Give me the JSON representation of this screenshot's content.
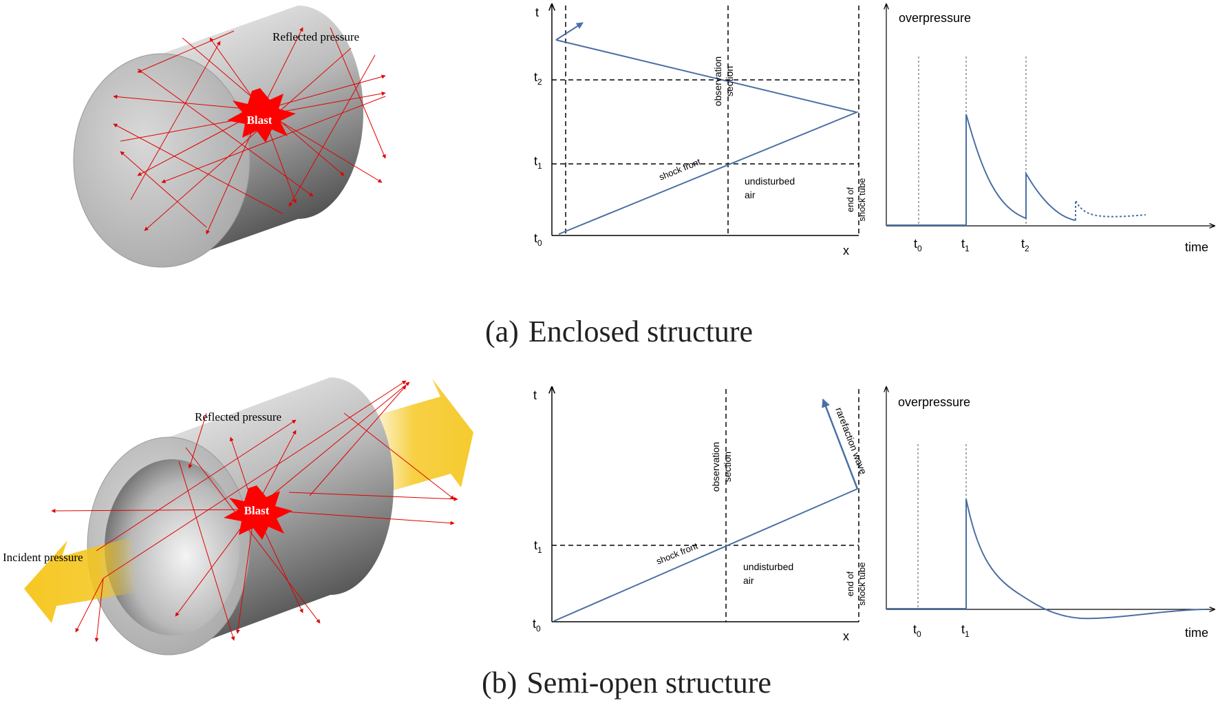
{
  "panel_a": {
    "caption_letter": "(a)",
    "caption_text": "Enclosed structure",
    "tube": {
      "blast_label": "Blast",
      "reflected_label": "Reflected pressure"
    },
    "xt": {
      "axis_t": "t",
      "axis_x": "x",
      "t0": "t",
      "t0_sub": "0",
      "t1": "t",
      "t1_sub": "1",
      "t2": "t",
      "t2_sub": "2",
      "obs_line1": "observation",
      "obs_line2": "section",
      "shock_front": "shock front",
      "undisturbed_line1": "undisturbed",
      "undisturbed_line2": "air",
      "end_line1": "end of",
      "end_line2": "shock tube"
    },
    "pressure": {
      "ylabel": "overpressure",
      "xlabel": "time",
      "t0": "t",
      "t0_sub": "0",
      "t1": "t",
      "t1_sub": "1",
      "t2": "t",
      "t2_sub": "2"
    }
  },
  "panel_b": {
    "caption_letter": "(b)",
    "caption_text": "Semi-open structure",
    "tube": {
      "blast_label": "Blast",
      "reflected_label": "Reflected  pressure",
      "incident_label": "Incident pressure"
    },
    "xt": {
      "axis_t": "t",
      "axis_x": "x",
      "t0": "t",
      "t0_sub": "0",
      "t1": "t",
      "t1_sub": "1",
      "obs_line1": "observation",
      "obs_line2": "section",
      "shock_front": "shock front",
      "rarefaction": "rarefaction wave",
      "undisturbed_line1": "undisturbed",
      "undisturbed_line2": "air",
      "end_line1": "end of",
      "end_line2": "shock tube"
    },
    "pressure": {
      "ylabel": "overpressure",
      "xlabel": "time",
      "t0": "t",
      "t0_sub": "0",
      "t1": "t",
      "t1_sub": "1"
    }
  },
  "colors": {
    "wave": "#4a6fa5",
    "arrow": "#e00000",
    "blast": "#ff0000",
    "wind": "#f5c518"
  }
}
